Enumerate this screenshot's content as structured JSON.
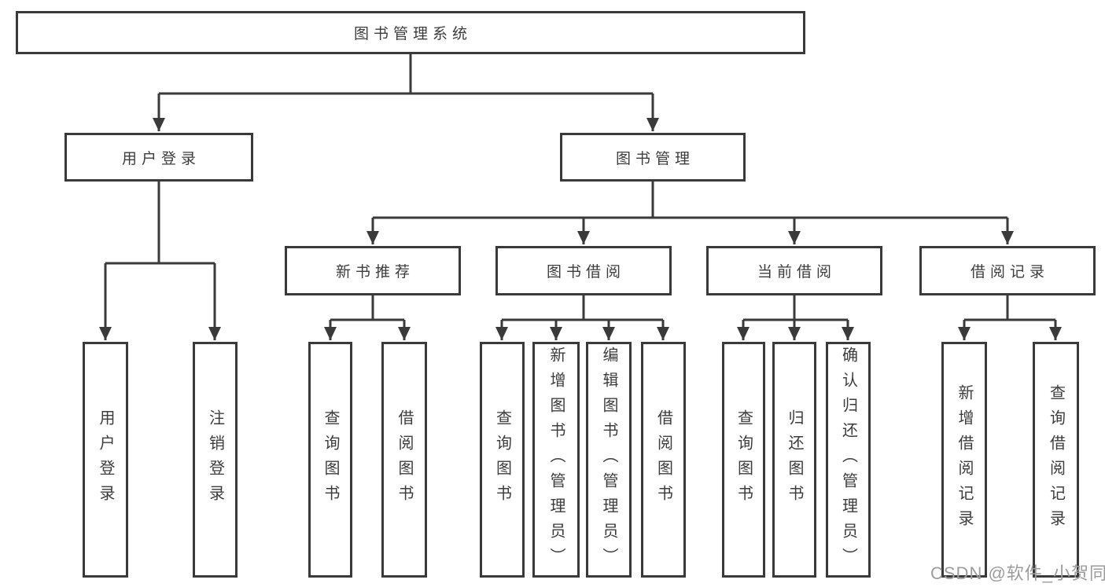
{
  "diagram_title": "图书管理系统",
  "colors": {
    "line": "#3a3a3a",
    "box_border": "#3a3a3a",
    "text": "#3c3c3c",
    "background": "#ffffff",
    "watermark": "#9c9c9c"
  },
  "root": {
    "label": "图书管理系统"
  },
  "level2": [
    {
      "label": "用户登录"
    },
    {
      "label": "图书管理"
    }
  ],
  "level3": [
    {
      "label": "新书推荐"
    },
    {
      "label": "图书借阅"
    },
    {
      "label": "当前借阅"
    },
    {
      "label": "借阅记录"
    }
  ],
  "leaves": {
    "user_login": [
      "用户登录",
      "注销登录"
    ],
    "new_book": [
      "查询图书",
      "借阅图书"
    ],
    "book_borrow": [
      "查询图书",
      "新增图书（管理员）",
      "编辑图书（管理员）",
      "借阅图书"
    ],
    "current_borrow": [
      "查询图书",
      "归还图书",
      "确认归还（管理员）"
    ],
    "borrow_record": [
      "新增借阅记录",
      "查询借阅记录"
    ]
  },
  "watermark": {
    "text": "CSDN @软件_小贺同学"
  }
}
